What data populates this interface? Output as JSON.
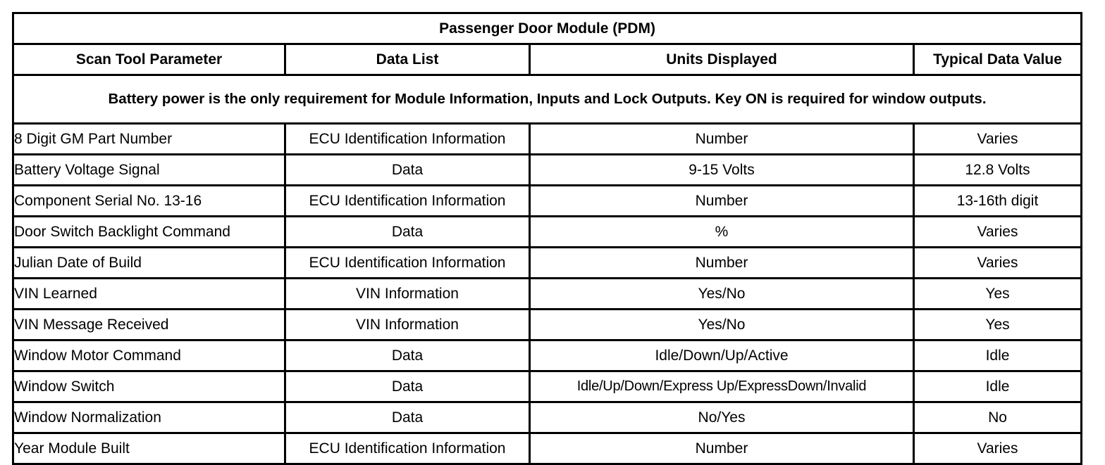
{
  "table": {
    "title": "Passenger Door Module (PDM)",
    "columns": [
      "Scan Tool Parameter",
      "Data List",
      "Units Displayed",
      "Typical Data Value"
    ],
    "note": "Battery power is the only requirement for Module Information, Inputs and Lock Outputs. Key ON is required for window outputs.",
    "rows": [
      {
        "parameter": "8 Digit GM Part Number",
        "data_list": "ECU Identification Information",
        "units": "Number",
        "typical": "Varies"
      },
      {
        "parameter": "Battery Voltage Signal",
        "data_list": "Data",
        "units": "9-15 Volts",
        "typical": "12.8 Volts"
      },
      {
        "parameter": "Component Serial No. 13-16",
        "data_list": "ECU Identification Information",
        "units": "Number",
        "typical": "13-16th digit"
      },
      {
        "parameter": "Door Switch Backlight Command",
        "data_list": "Data",
        "units": "%",
        "typical": "Varies"
      },
      {
        "parameter": "Julian Date of Build",
        "data_list": "ECU Identification Information",
        "units": "Number",
        "typical": "Varies"
      },
      {
        "parameter": "VIN Learned",
        "data_list": "VIN Information",
        "units": "Yes/No",
        "typical": "Yes"
      },
      {
        "parameter": "VIN Message Received",
        "data_list": "VIN Information",
        "units": "Yes/No",
        "typical": "Yes"
      },
      {
        "parameter": "Window Motor Command",
        "data_list": "Data",
        "units": "Idle/Down/Up/Active",
        "typical": "Idle"
      },
      {
        "parameter": "Window Switch",
        "data_list": "Data",
        "units": "Idle/Up/Down/Express Up/ExpressDown/Invalid",
        "typical": "Idle"
      },
      {
        "parameter": "Window Normalization",
        "data_list": "Data",
        "units": "No/Yes",
        "typical": "No"
      },
      {
        "parameter": "Year Module Built",
        "data_list": "ECU Identification Information",
        "units": "Number",
        "typical": "Varies"
      }
    ]
  },
  "colors": {
    "border": "#000000",
    "text": "#000000",
    "background": "#ffffff"
  }
}
